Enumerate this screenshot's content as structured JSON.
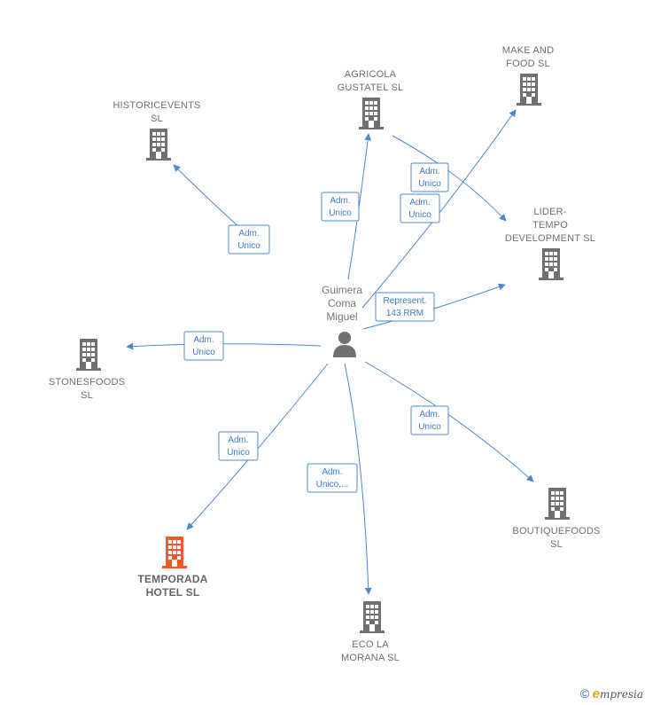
{
  "center": {
    "name_lines": [
      "Guimera",
      "Coma",
      "Miguel"
    ],
    "icon": "person-icon"
  },
  "companies": [
    {
      "id": "historicevents",
      "lines": [
        "HISTORICEVENTS",
        "SL"
      ],
      "color": "#707070",
      "highlight": false
    },
    {
      "id": "agricola",
      "lines": [
        "AGRICOLA",
        "GUSTATEL  SL"
      ],
      "color": "#707070",
      "highlight": false
    },
    {
      "id": "makeandfood",
      "lines": [
        "MAKE AND",
        "FOOD  SL"
      ],
      "color": "#707070",
      "highlight": false
    },
    {
      "id": "lidertempo",
      "lines": [
        "LIDER-",
        "TEMPO",
        "DEVELOPMENT SL"
      ],
      "color": "#707070",
      "highlight": false
    },
    {
      "id": "stonesfoods",
      "lines": [
        "STONESFOODS",
        "SL"
      ],
      "color": "#707070",
      "highlight": false
    },
    {
      "id": "temporada",
      "lines": [
        "TEMPORADA",
        "HOTEL  SL"
      ],
      "color": "#f05a28",
      "highlight": true
    },
    {
      "id": "ecolamorana",
      "lines": [
        "ECO LA",
        "MORANA  SL"
      ],
      "color": "#707070",
      "highlight": false
    },
    {
      "id": "boutiquefoods",
      "lines": [
        "BOUTIQUEFOODS",
        "SL"
      ],
      "color": "#707070",
      "highlight": false
    }
  ],
  "edges": [
    {
      "to": "historicevents",
      "lines": [
        "Adm.",
        "Unico"
      ]
    },
    {
      "to": "agricola",
      "lines": [
        "Adm.",
        "Unico"
      ]
    },
    {
      "to": "makeandfood",
      "lines": [
        "Adm.",
        "Unico"
      ]
    },
    {
      "to": "lidertempo",
      "lines": [
        "Adm.",
        "Unico"
      ],
      "from": "agricola"
    },
    {
      "to": "lidertempo",
      "lines": [
        "Represent.",
        "143 RRM"
      ]
    },
    {
      "to": "stonesfoods",
      "lines": [
        "Adm.",
        "Unico"
      ]
    },
    {
      "to": "temporada",
      "lines": [
        "Adm.",
        "Unico"
      ]
    },
    {
      "to": "ecolamorana",
      "lines": [
        "Adm.",
        "Unico,..."
      ]
    },
    {
      "to": "boutiquefoods",
      "lines": [
        "Adm.",
        "Unico"
      ]
    }
  ],
  "footer": {
    "copyright": "©",
    "brand_initial": "e",
    "brand_rest": "mpresia"
  },
  "building_icon": "building-icon"
}
